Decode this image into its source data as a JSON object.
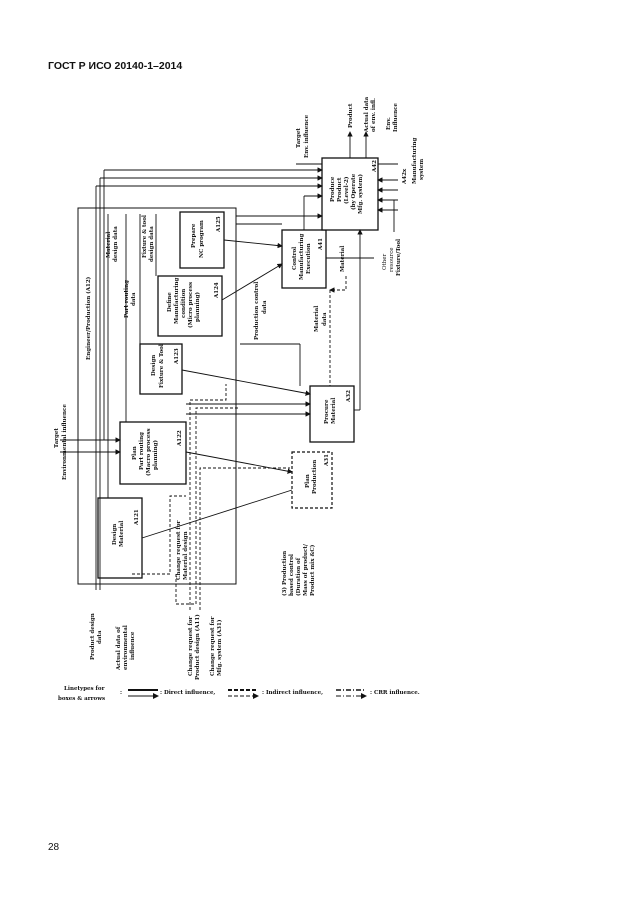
{
  "document": {
    "header": "ГОСТ Р ИСО 20140-1–2014",
    "page_number": "28"
  },
  "diagram": {
    "engineer_group": "Engineer/Production (A12)",
    "target_env_left": [
      "Target",
      "Environmental influence"
    ],
    "target_env_top": [
      "Target",
      "Env. influence"
    ],
    "outputs_top": {
      "product": "Product",
      "actual_data": [
        "Actual data",
        "of env. infl."
      ],
      "env_influence": [
        "Env.",
        "Influence"
      ]
    },
    "boxes": {
      "design_material": {
        "label": [
          "Design",
          "Material"
        ],
        "code": "A121"
      },
      "plan_part_routing": {
        "label": [
          "Plan",
          "Part routing",
          "(Macro process",
          "planning)"
        ],
        "code": "A122"
      },
      "design_fixture": {
        "label": [
          "Design",
          "Fixture & Tool"
        ],
        "code": "A123"
      },
      "define_mfg": {
        "label": [
          "Define",
          "Manufacturing",
          "condition",
          "(Micro process",
          "planning)"
        ],
        "code": "A124"
      },
      "prepare_nc": {
        "label": [
          "Prepare",
          "NC program"
        ],
        "code": "A125"
      },
      "plan_production": {
        "label": [
          "Plan",
          "Production"
        ],
        "code": "A31"
      },
      "procure_material": {
        "label": [
          "Procure",
          "Material"
        ],
        "code": "A32"
      },
      "control_mfg": {
        "label": [
          "Control",
          "Manufacturing",
          "Execution"
        ],
        "code": "A41"
      },
      "produce_product": {
        "label": [
          "Produce",
          "Product",
          "(Level-2)",
          "(by Operate",
          "Mfg. system)"
        ],
        "code": "A42"
      }
    },
    "flows": {
      "material_design_data": [
        "Material",
        "design data"
      ],
      "part_routing_data": [
        "Part routing",
        "data"
      ],
      "fixture_tool_design_data": [
        "Fixture & tool",
        "design data"
      ],
      "production_control_data": [
        "Production control",
        "data"
      ],
      "material_data": [
        "Material",
        "data"
      ],
      "material": "Material",
      "a42x": "A42x",
      "manufacturing_system": [
        "Manufacturing",
        "system"
      ],
      "other_resource": [
        "Other",
        "resource",
        "Fixture/Tool"
      ],
      "change_material_design": [
        "Change request for",
        "Material design"
      ],
      "production_control_note": [
        "(3) Production",
        "based control",
        "(Duration of",
        "Mass of product/",
        "Product mix &C)"
      ]
    },
    "bottom_labels": {
      "product_design_data": [
        "Product design",
        "data"
      ],
      "actual_env_data": [
        "Actual data of",
        "environmental",
        "influence"
      ],
      "change_product_design": [
        "Change request for",
        "Product design (A11)"
      ],
      "change_mfg_system": [
        "Change request for",
        "Mfg. system (A31)"
      ]
    },
    "legend": {
      "title": [
        "Linetypes for",
        "boxes & arrows"
      ],
      "colon": ":",
      "direct": ": Direct influence,",
      "indirect": ": Indirect influence,",
      "crr": ": CRR influence."
    }
  }
}
